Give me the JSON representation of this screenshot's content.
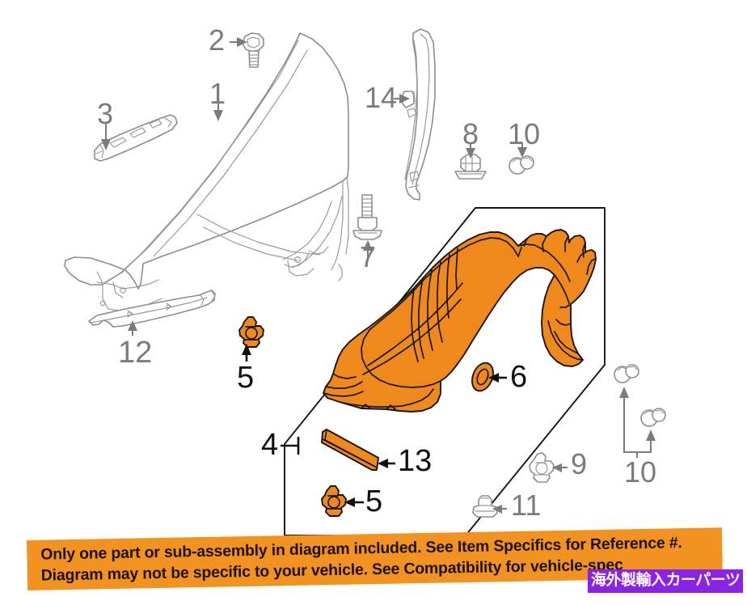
{
  "document": {
    "type": "automotive-parts-exploded-diagram",
    "subject": "Front fender and fender liner assembly",
    "background_color": "#ffffff",
    "highlight_color": "#F0891C",
    "line_color": "#8a8a8a",
    "label_grey": "#7b7b7b",
    "label_black": "#111111"
  },
  "callouts": [
    {
      "id": "1",
      "number": "1",
      "color": "grey",
      "part": "front-fender-panel"
    },
    {
      "id": "2",
      "number": "2",
      "color": "grey",
      "part": "fender-bolt"
    },
    {
      "id": "3",
      "number": "3",
      "color": "grey",
      "part": "fender-upper-bracket"
    },
    {
      "id": "4",
      "number": "4",
      "color": "black",
      "part": "fender-liner-assembly-group"
    },
    {
      "id": "5a",
      "number": "5",
      "color": "black",
      "part": "push-pin-retainer-clip"
    },
    {
      "id": "5b",
      "number": "5",
      "color": "black",
      "part": "push-pin-retainer-clip"
    },
    {
      "id": "6",
      "number": "6",
      "color": "black",
      "part": "oval-grommet-plug"
    },
    {
      "id": "7",
      "number": "7",
      "color": "grey",
      "part": "flange-bolt"
    },
    {
      "id": "8",
      "number": "8",
      "color": "grey",
      "part": "retainer-bracket-clip"
    },
    {
      "id": "9",
      "number": "9",
      "color": "grey",
      "part": "push-in-fastener"
    },
    {
      "id": "10a",
      "number": "10",
      "color": "grey",
      "part": "round-head-clip"
    },
    {
      "id": "10b",
      "number": "10",
      "color": "grey",
      "part": "round-head-clip-pair"
    },
    {
      "id": "11",
      "number": "11",
      "color": "grey",
      "part": "grommet-fastener"
    },
    {
      "id": "12",
      "number": "12",
      "color": "grey",
      "part": "fender-lower-bracket"
    },
    {
      "id": "13",
      "number": "13",
      "color": "black",
      "part": "liner-extension-seal"
    },
    {
      "id": "14",
      "number": "14",
      "color": "grey",
      "part": "fender-rear-support-brace"
    }
  ],
  "banner": {
    "background_color": "#F29220",
    "line1": "Only one part or sub-assembly in diagram included. See Item Specifics for Reference #.",
    "line2": "Diagram may not be specific to your vehicle. See Compatibility for vehicle-spec"
  },
  "watermark": {
    "text": "海外製輸入カーパーツ",
    "background_color": "#8B22E8",
    "text_color": "#ffffff"
  }
}
